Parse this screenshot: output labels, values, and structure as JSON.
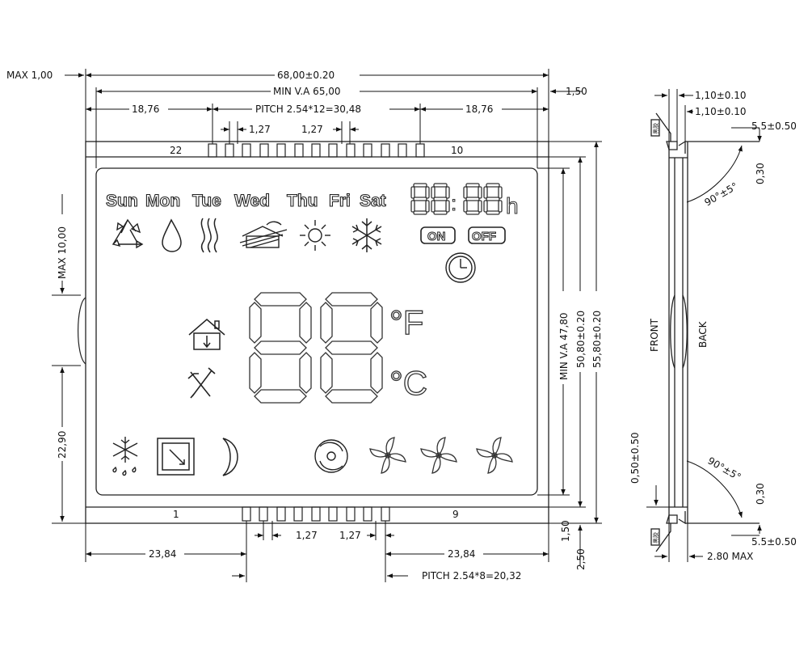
{
  "dims": {
    "max_left": "MAX 1,00",
    "total_width": "68,00±0.20",
    "min_va_width": "MIN V.A 65,00",
    "right_1_50": "1,50",
    "left_18_76": "18,76",
    "pitch_top": "PITCH 2.54*12=30,48",
    "right_18_76": "18,76",
    "p127_a": "1,27",
    "p127_b": "1,27",
    "pin22": "22",
    "pin10": "10",
    "pin1": "1",
    "pin9": "9",
    "max10": "MAX 10,00",
    "v22_90": "22,90",
    "min_va_h": "MIN V.A 47,80",
    "h50_80": "50,80±0.20",
    "h55_80": "55,80±0.20",
    "b127_a": "1,27",
    "b127_b": "1,27",
    "b23_84_l": "23,84",
    "b23_84_r": "23,84",
    "pitch_bottom": "PITCH 2.54*8=20,32",
    "b1_50": "1,50",
    "b2_50": "2,50"
  },
  "lcd": {
    "days": [
      "Sun",
      "Mon",
      "Tue",
      "Wed",
      "Thu",
      "Fri",
      "Sat"
    ],
    "hour_unit": "h",
    "clock_colon": ":",
    "on_label": "ON",
    "off_label": "OFF",
    "deg_f": "°F",
    "deg_c": "°C"
  },
  "side": {
    "t110_a": "1,10±0.10",
    "t110_b": "1,10±0.10",
    "t55_top": "5.5±0.50",
    "t030_top": "0,30",
    "angle_top": "90°±5°",
    "front": "FRONT",
    "back": "BACK",
    "b050": "0,50±0.50",
    "angle_bottom": "90°±5°",
    "b030": "0,30",
    "b55": "5.5±0.50",
    "b280": "2.80 MAX",
    "pin_tag_a": "黑胶",
    "pin_tag_b": "黑胶"
  }
}
